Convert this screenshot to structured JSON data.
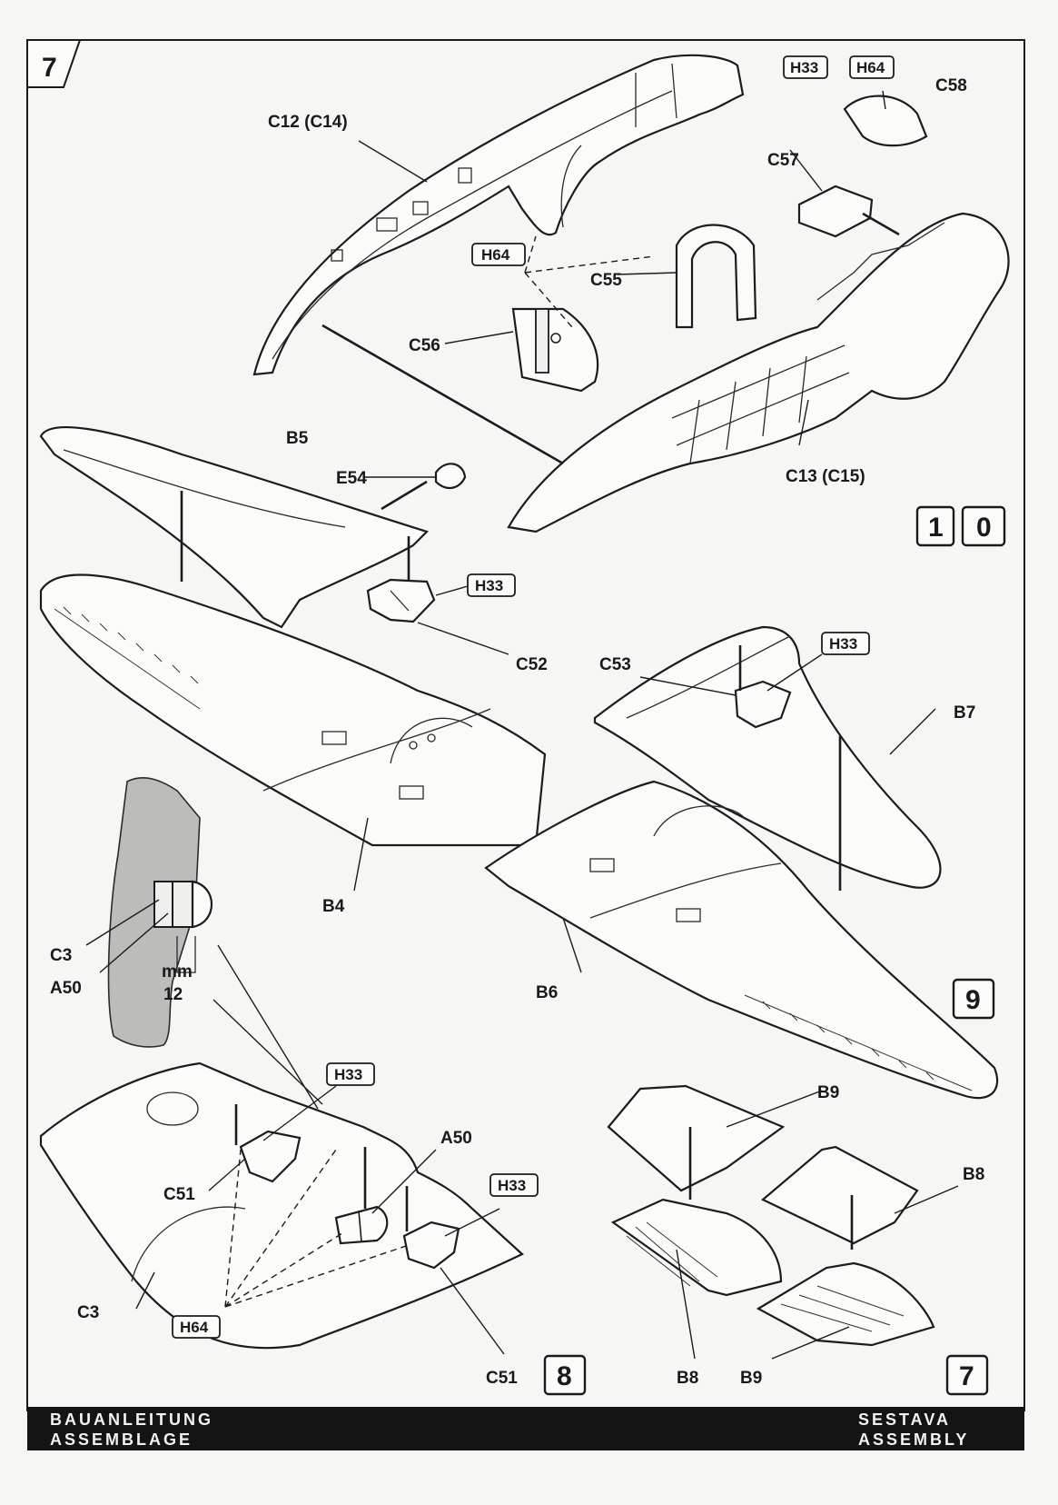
{
  "header": {
    "page_number": "7",
    "bar_right_top": "SESTAVA",
    "bar_right_bottom": "ASSEMBLY",
    "bar_left_top": "BAUANLEITUNG",
    "bar_left_bottom": "ASSEMBLAGE"
  },
  "steps": [
    {
      "number": "10",
      "digits": [
        "1",
        "0"
      ]
    },
    {
      "number": "9"
    },
    {
      "number": "8"
    },
    {
      "number": "7"
    }
  ],
  "labels": {
    "c12": "C12 (C14)",
    "c13": "C13 (C15)",
    "c55": "C55",
    "c56": "C56",
    "c57": "C57",
    "c58": "C58",
    "b5": "B5",
    "e54": "E54",
    "c52": "C52",
    "c53": "C53",
    "b7": "B7",
    "b4": "B4",
    "b6": "B6",
    "c3_detail": "C3",
    "a50_detail": "A50",
    "mm": "mm",
    "dim12": "12",
    "b9_top": "B9",
    "b8_right": "B8",
    "a50": "A50",
    "c51_left": "C51",
    "c3": "C3",
    "c51_bottom": "C51",
    "b8_bottom": "B8",
    "b9_bottom": "B9"
  },
  "boxed_labels": {
    "h33_top": "H33",
    "h64_top": "H64",
    "h64_mid": "H64",
    "h33_b5": "H33",
    "h33_b7": "H33",
    "h33_c3": "H33",
    "h33_bottom": "H33",
    "h64_bottom": "H64"
  }
}
